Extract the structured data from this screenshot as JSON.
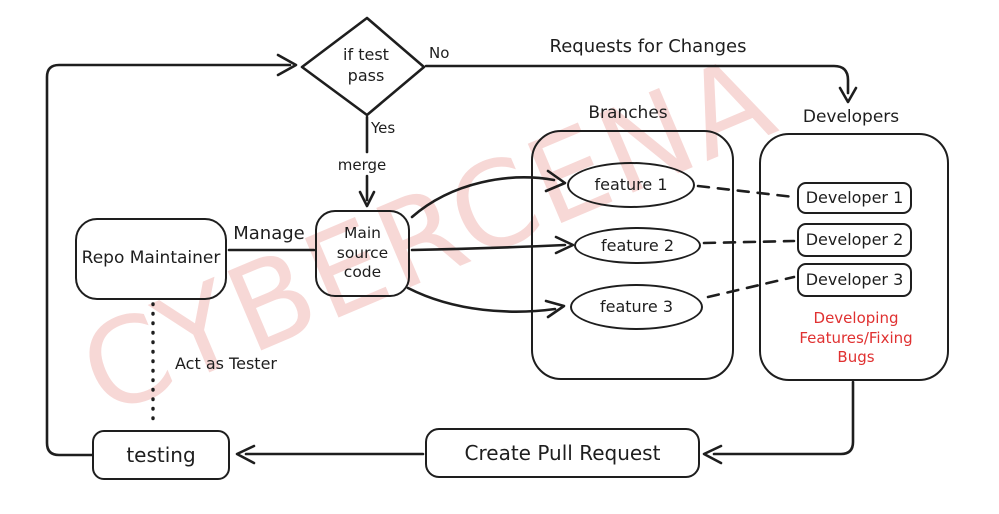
{
  "decision": {
    "text": "if test\npass"
  },
  "edge_labels": {
    "no": "No",
    "yes": "Yes",
    "merge": "merge",
    "requests_for_changes": "Requests for Changes",
    "manage": "Manage",
    "act_as_tester": "Act as Tester"
  },
  "groups": {
    "branches_title": "Branches",
    "developers_title": "Developers"
  },
  "nodes": {
    "repo_maintainer": "Repo Maintainer",
    "main_source_code": "Main\nsource\ncode",
    "testing": "testing",
    "create_pull_request": "Create Pull Request"
  },
  "branches": [
    "feature 1",
    "feature 2",
    "feature 3"
  ],
  "developers": [
    "Developer 1",
    "Developer 2",
    "Developer 3"
  ],
  "note": {
    "text": "Developing\nFeatures/Fixing\nBugs",
    "color": "#e03131"
  },
  "watermark": {
    "text": "CYBERCENA",
    "color": "#f7d8d6"
  },
  "colors": {
    "stroke": "#1e1e1e",
    "background": "#ffffff"
  }
}
